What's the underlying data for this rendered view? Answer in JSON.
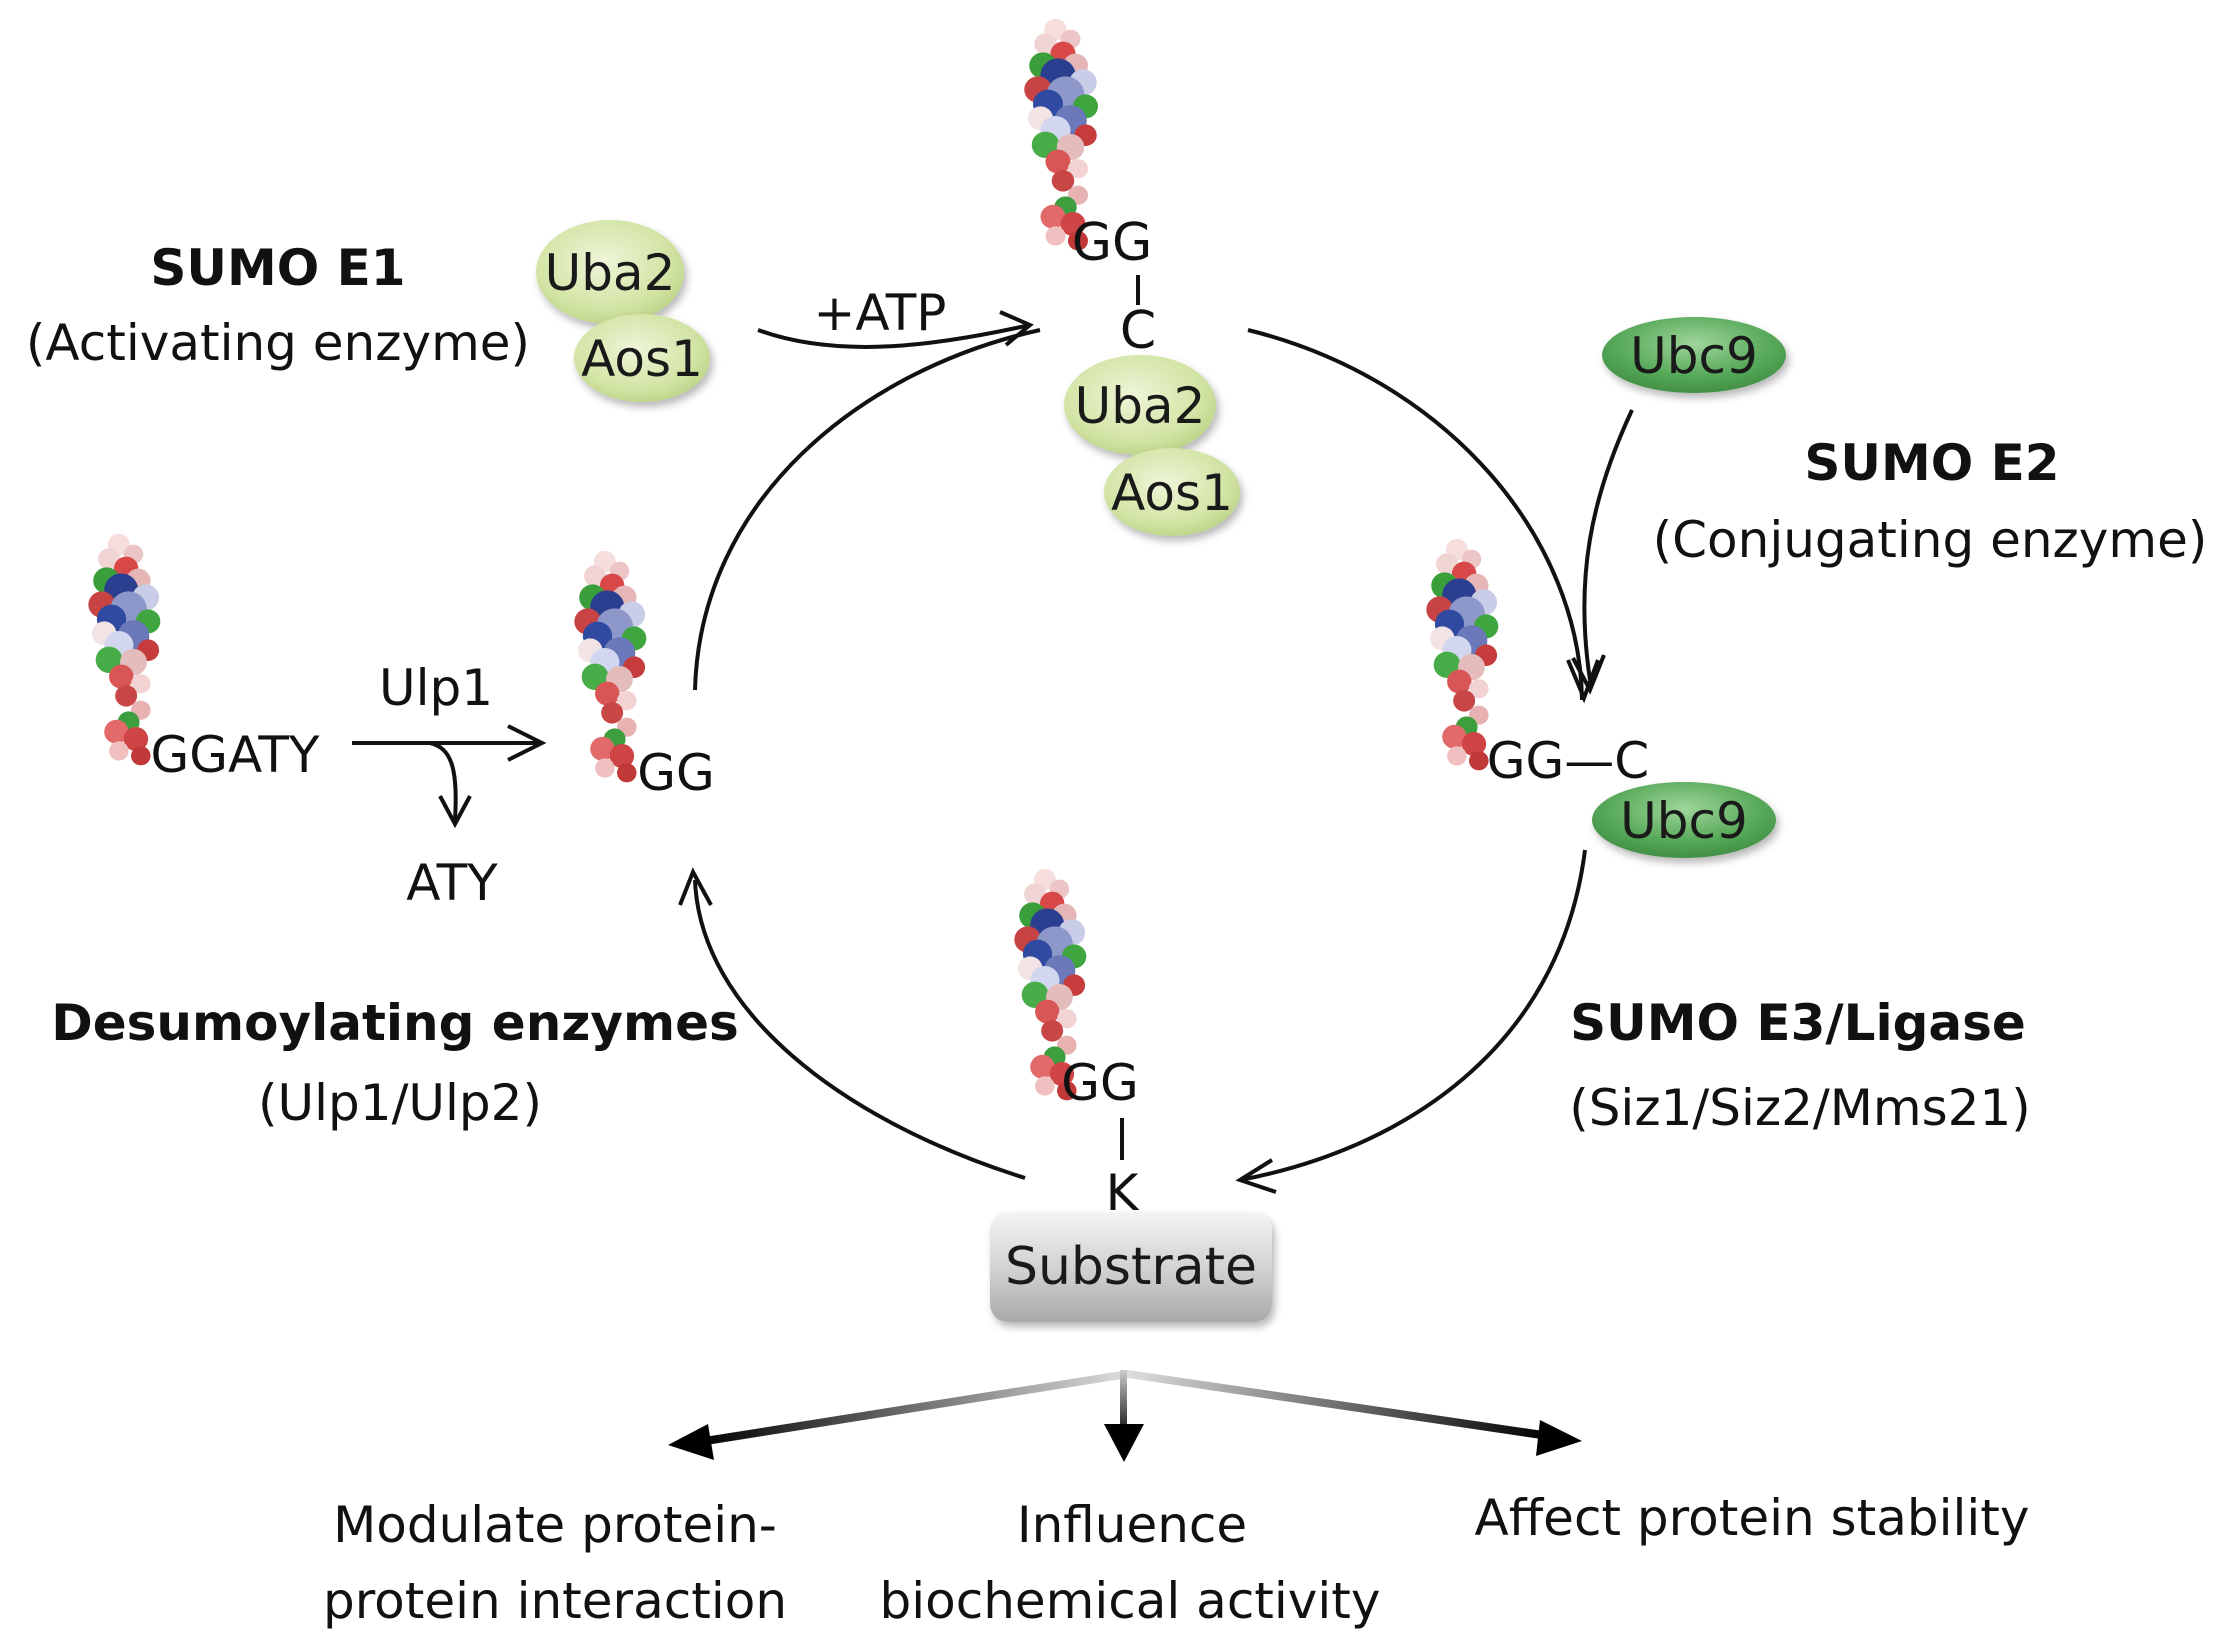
{
  "sumo_e1": {
    "title": "SUMO E1",
    "subtitle": "(Activating enzyme)",
    "uba2": "Uba2",
    "aos1": "Aos1"
  },
  "activation": {
    "atp": "+ATP",
    "gg": "GG",
    "c": "C",
    "uba2": "Uba2",
    "aos1": "Aos1"
  },
  "sumo_e2": {
    "title": "SUMO E2",
    "subtitle": "(Conjugating enzyme)",
    "ubc9_free": "Ubc9",
    "ggc": "GG—C",
    "ubc9_bound": "Ubc9"
  },
  "maturation": {
    "precursor": "GGATY",
    "enzyme": "Ulp1",
    "product": "GG",
    "released": "ATY"
  },
  "sumo_e3": {
    "title": "SUMO E3/Ligase",
    "subtitle": "(Siz1/Siz2/Mms21)"
  },
  "desumoylation": {
    "title": "Desumoylating enzymes",
    "subtitle": "(Ulp1/Ulp2)"
  },
  "conjugate": {
    "gg": "GG",
    "k": "K",
    "substrate": "Substrate"
  },
  "outcomes": {
    "left_line1": "Modulate protein-",
    "left_line2": "protein interaction",
    "middle_line1": "Influence",
    "middle_line2": "biochemical activity",
    "right": "Affect protein stability"
  },
  "colors": {
    "e1_ellipse": "#d4e6a8",
    "e2_ellipse": "#5fae63",
    "substrate_box": "#c8c8c8"
  }
}
